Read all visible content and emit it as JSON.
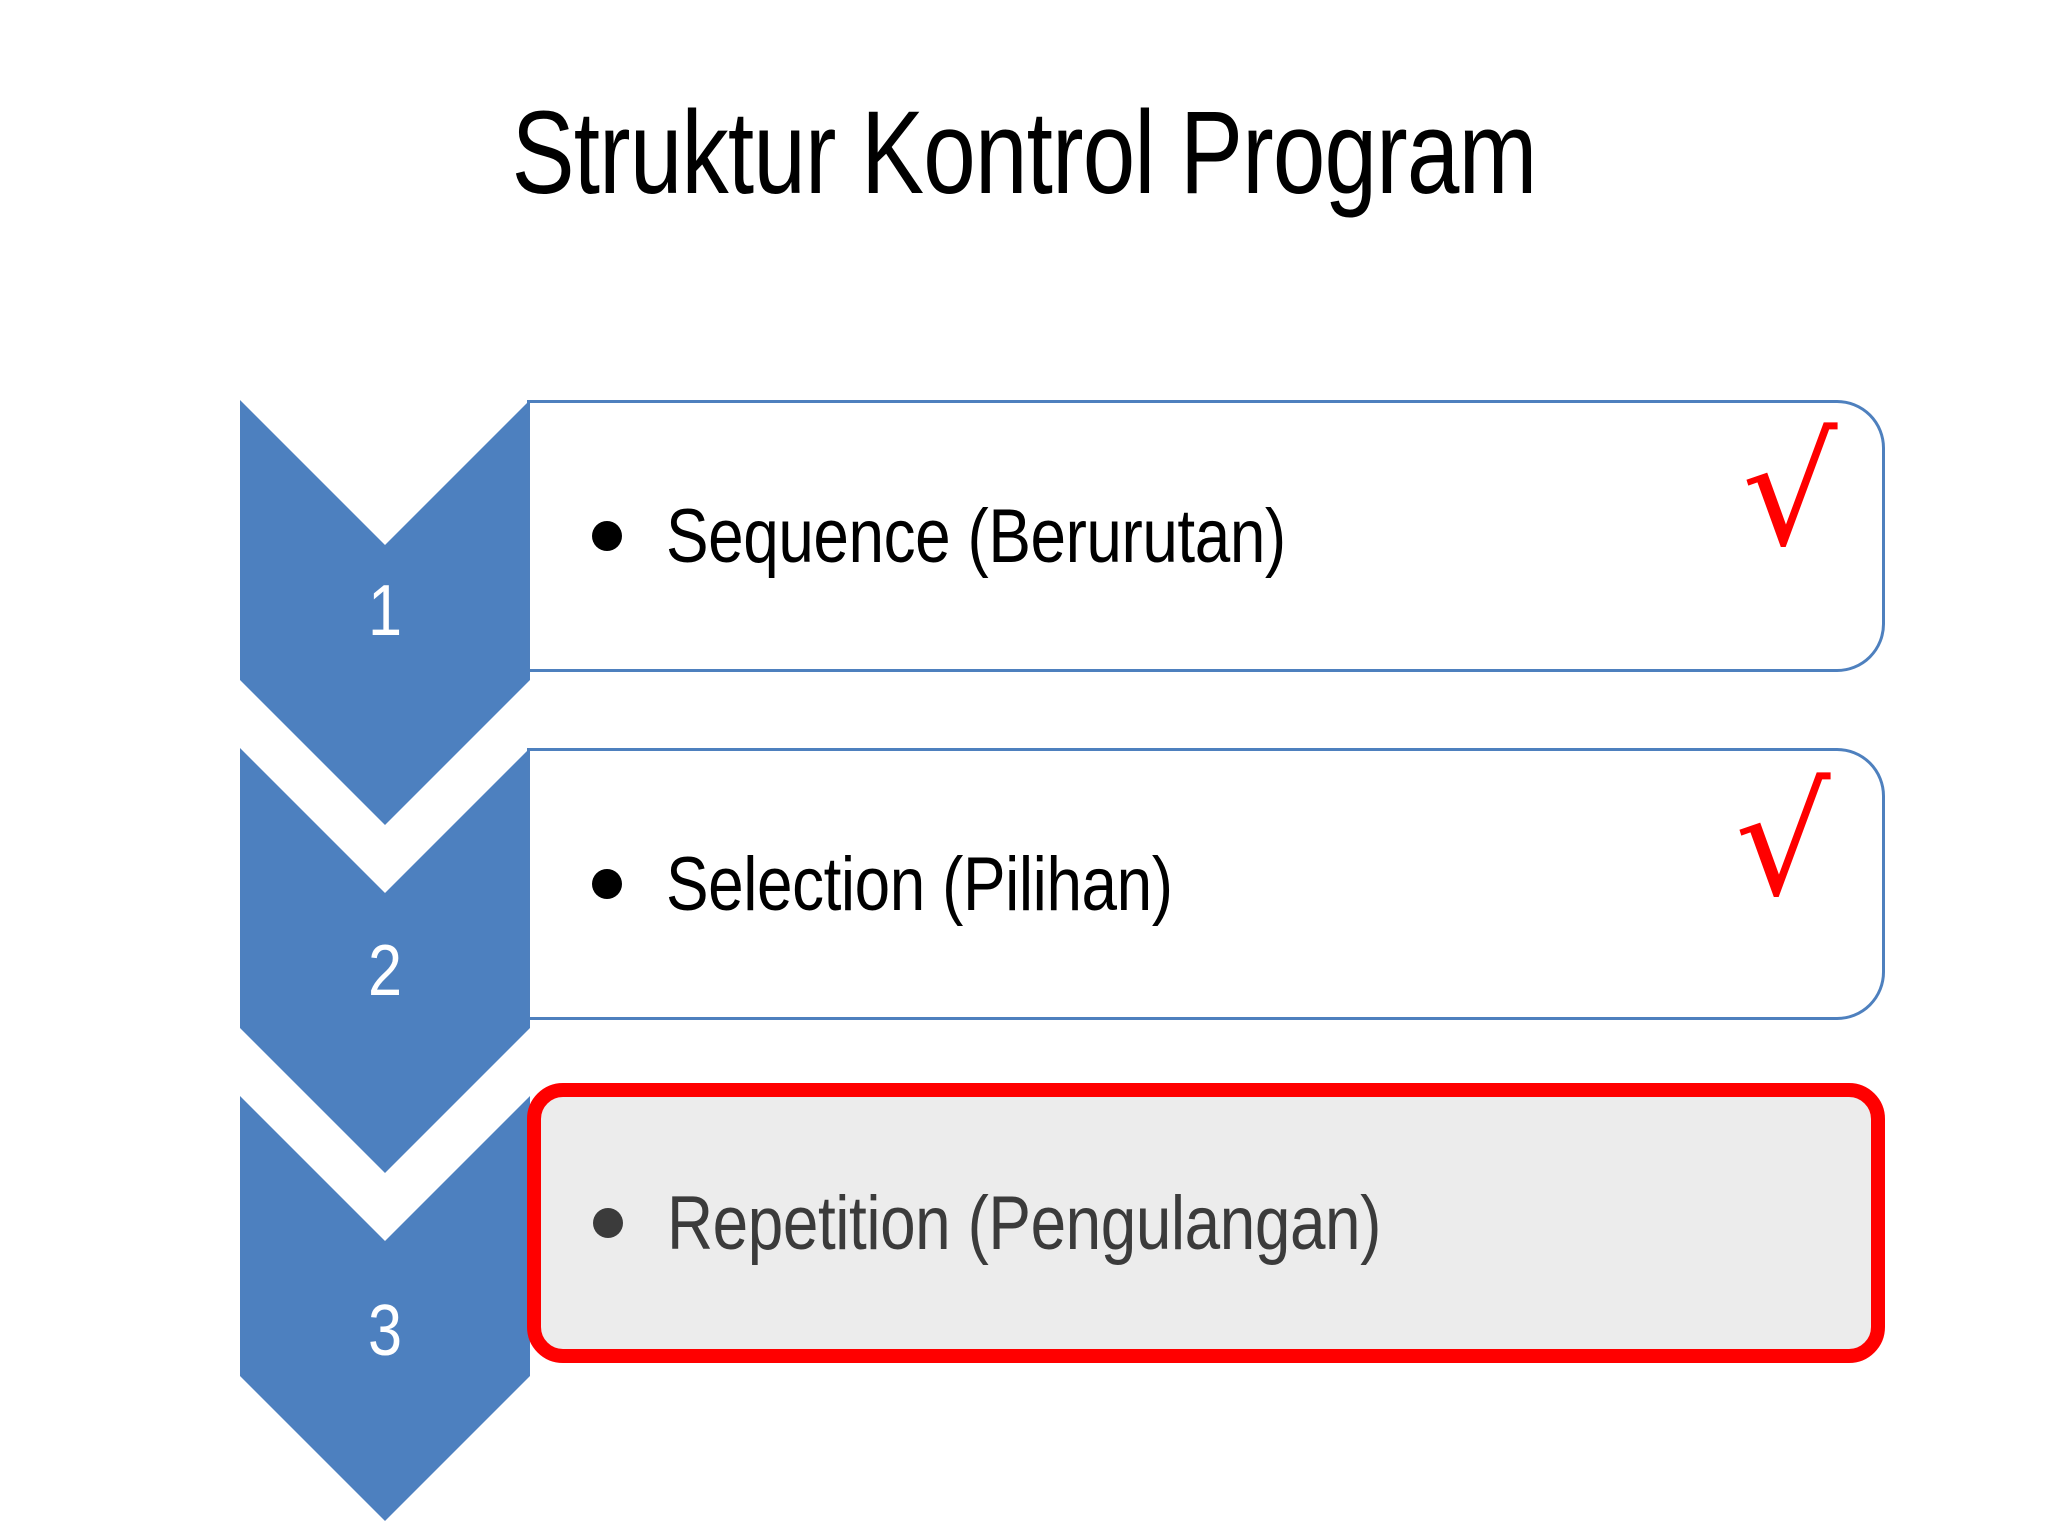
{
  "slide": {
    "title": "Struktur Kontrol Program",
    "background_color": "#FFFFFF"
  },
  "colors": {
    "chevron_blue": "#4D80BF",
    "box_border_blue": "#4E80BE",
    "highlight_red": "#FF0000",
    "highlight_fill": "#ECECEC",
    "highlight_text": "#3B3B3B",
    "text_black": "#000000",
    "number_white": "#FFFFFF"
  },
  "steps": [
    {
      "number": "1",
      "label": "Sequence (Berurutan)",
      "check": "√",
      "has_check": true,
      "highlighted": false
    },
    {
      "number": "2",
      "label": "Selection (Pilihan)",
      "check": "√",
      "has_check": true,
      "highlighted": false
    },
    {
      "number": "3",
      "label": "Repetition (Pengulangan)",
      "check": "",
      "has_check": false,
      "highlighted": true
    }
  ],
  "chart_data": {
    "type": "table",
    "title": "Struktur Kontrol Program",
    "categories": [
      "1",
      "2",
      "3"
    ],
    "values": [
      "Sequence (Berurutan)",
      "Selection (Pilihan)",
      "Repetition (Pengulangan)"
    ],
    "annotations": [
      "√",
      "√",
      "highlighted-red-box"
    ]
  }
}
